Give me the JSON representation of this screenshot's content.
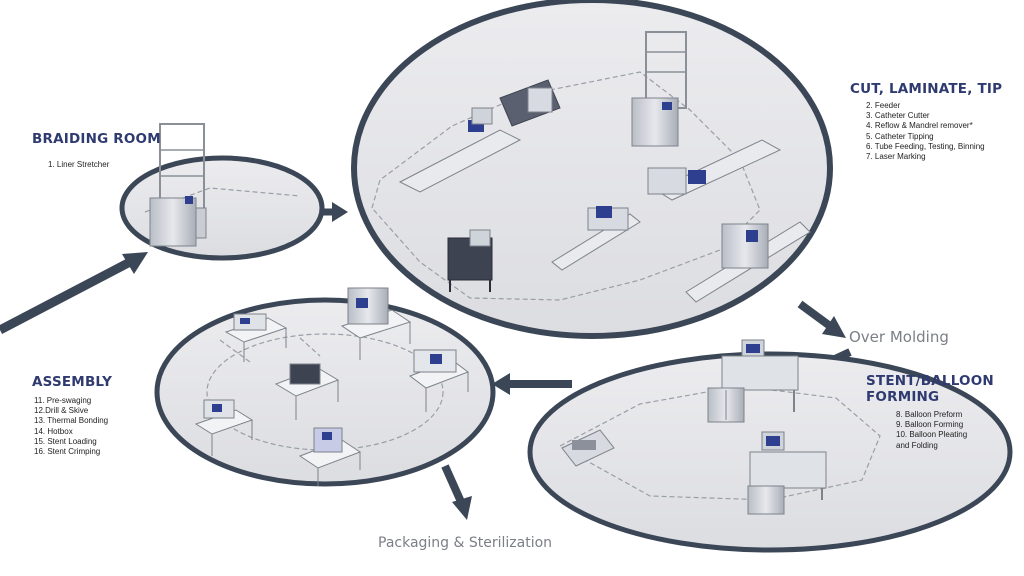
{
  "stations": {
    "braiding": {
      "title": "BRAIDING ROOM",
      "items": [
        "1. Liner Stretcher"
      ]
    },
    "cut": {
      "title": "CUT, LAMINATE, TIP",
      "items": [
        "2. Feeder",
        "3. Catheter Cutter",
        "4. Reflow & Mandrel remover*",
        "5. Catheter Tipping",
        "6. Tube Feeding, Testing, Binning",
        "7. Laser Marking"
      ]
    },
    "stent": {
      "title_line1": "STENT/BALLOON",
      "title_line2": "FORMING",
      "items": [
        "8. Balloon Preform",
        "9. Balloon Forming",
        "10. Balloon Pleating",
        "and Folding"
      ]
    },
    "assembly": {
      "title": "ASSEMBLY",
      "items": [
        "11. Pre-swaging",
        "12.Drill & Skive",
        "13. Thermal Bonding",
        "14. Hotbox",
        "15. Stent Loading",
        "16. Stent Crimping"
      ]
    }
  },
  "flow": {
    "over_molding": "Over Molding",
    "packaging": "Packaging & Sterilization"
  },
  "colors": {
    "platform_fill": "#e4e5e8",
    "platform_rim": "#3b4656",
    "arrow": "#3b4656",
    "title": "#2e3a70",
    "flow_label": "#7b7f86",
    "machine_steel": "#c9cdd3",
    "machine_accent": "#2f3f8f"
  }
}
